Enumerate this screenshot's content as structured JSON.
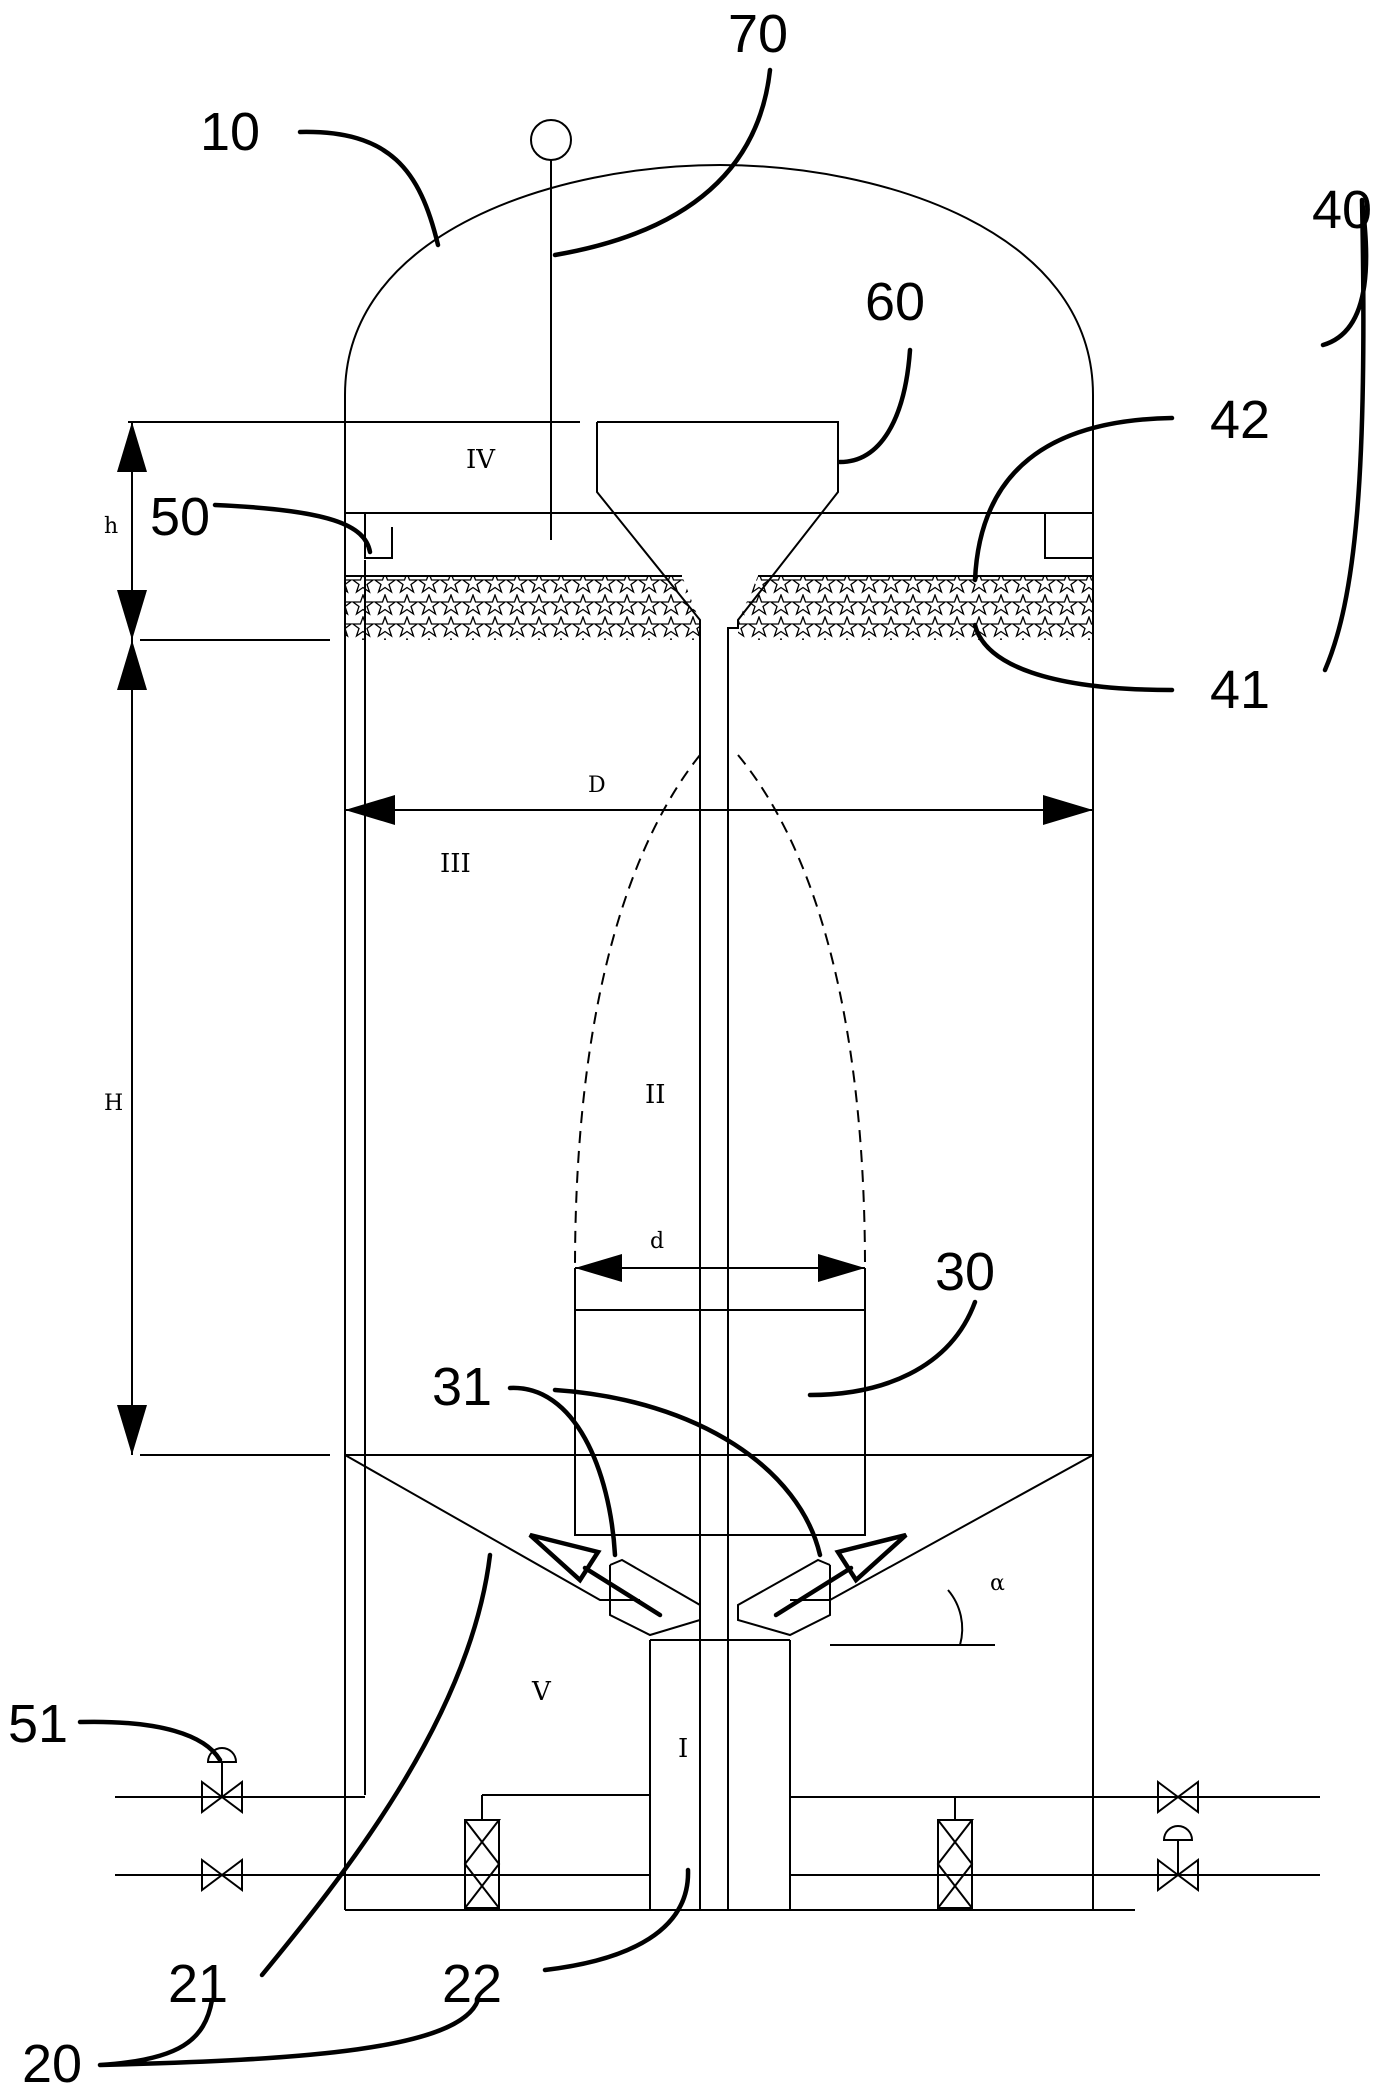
{
  "references": {
    "vessel": "10",
    "sludge_bucket": "20",
    "cone_bottom": "21",
    "inlet_pipe": "22",
    "draft_tube": "30",
    "deflector": "31",
    "packing_assembly": "40",
    "packing_layer": "41",
    "packing_top": "42",
    "overflow_weir": "50",
    "outlet_valve": "51",
    "funnel": "60",
    "level_gauge": "70"
  },
  "zones": {
    "I": "I",
    "II": "II",
    "III": "III",
    "IV": "IV",
    "V": "V"
  },
  "dimensions": {
    "D": "D",
    "d": "d",
    "H": "H",
    "h": "h",
    "alpha": "α"
  }
}
